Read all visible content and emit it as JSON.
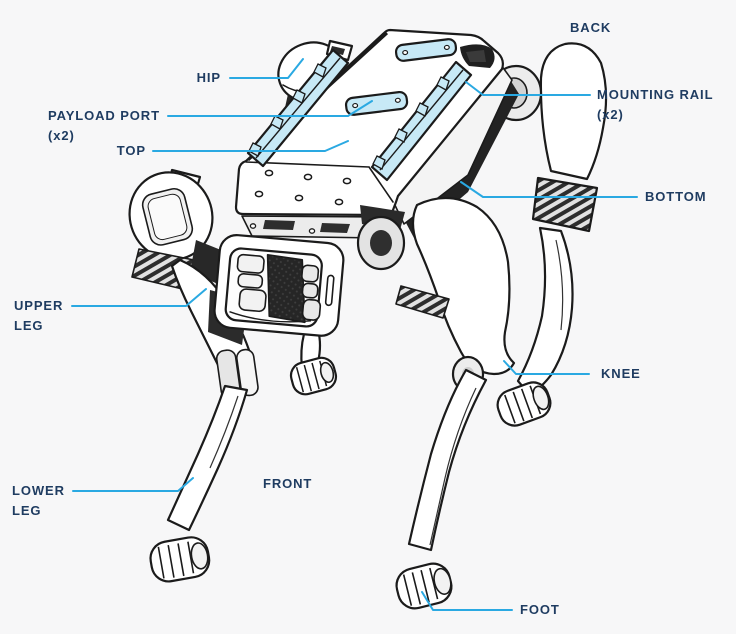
{
  "colors": {
    "background": "#f7f7f8",
    "label_text": "#1f3c61",
    "leader_line": "#2aa9e2",
    "accent_light": "#c7e9f6",
    "accent_mid": "#9fd4e9",
    "outline": "#1b1b1b"
  },
  "labels": {
    "back": {
      "text": "BACK"
    },
    "hip": {
      "text": "HIP"
    },
    "payload_port": {
      "text": "PAYLOAD PORT\n(x2)"
    },
    "top": {
      "text": "TOP"
    },
    "mounting_rail": {
      "text": "MOUNTING RAIL\n(x2)"
    },
    "bottom": {
      "text": "BOTTOM"
    },
    "upper_leg": {
      "text": "UPPER\nLEG"
    },
    "knee": {
      "text": "KNEE"
    },
    "lower_leg": {
      "text": "LOWER\nLEG"
    },
    "front": {
      "text": "FRONT"
    },
    "foot": {
      "text": "FOOT"
    }
  }
}
